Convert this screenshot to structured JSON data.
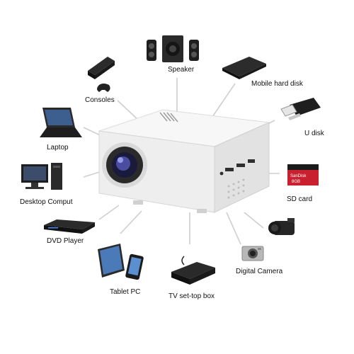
{
  "labels": {
    "speaker": "Speaker",
    "consoles": "Consoles",
    "mobile_hard_disk": "Mobile hard disk",
    "laptop": "Laptop",
    "u_disk": "U disk",
    "desktop": "Desktop Comput",
    "sd_card": "SD card",
    "dvd_player": "DVD Player",
    "digital_camera": "Digital Camera",
    "tablet_pc": "Tablet PC",
    "tv_box": "TV set-top box"
  },
  "sd_card_text": {
    "brand": "SanDisk",
    "capacity": "8GB"
  },
  "colors": {
    "background": "#ffffff",
    "connector_line": "#cfcfcf",
    "projector_body": "#f3f3f3",
    "device_dark": "#1c1c1c",
    "sd_card_red": "#c8202f"
  }
}
